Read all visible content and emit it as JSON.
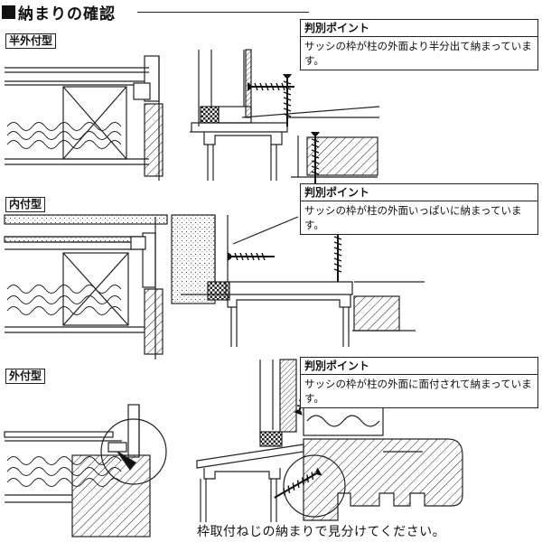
{
  "header": {
    "title": "納まりの確認"
  },
  "sections": [
    {
      "label": "半外付型",
      "point_title": "判別ポイント",
      "point_text": "サッシの枠が柱の外面より半分出て納まっています。"
    },
    {
      "label": "内付型",
      "point_title": "判別ポイント",
      "point_text": "サッシの枠が柱の外面いっぱいに納まっています。"
    },
    {
      "label": "外付型",
      "point_title": "判別ポイント",
      "point_text": "サッシの枠が柱の外面に面付されて納まっています。"
    }
  ],
  "footer": {
    "note": "枠取付ねじの納まりで見分けてください。"
  }
}
